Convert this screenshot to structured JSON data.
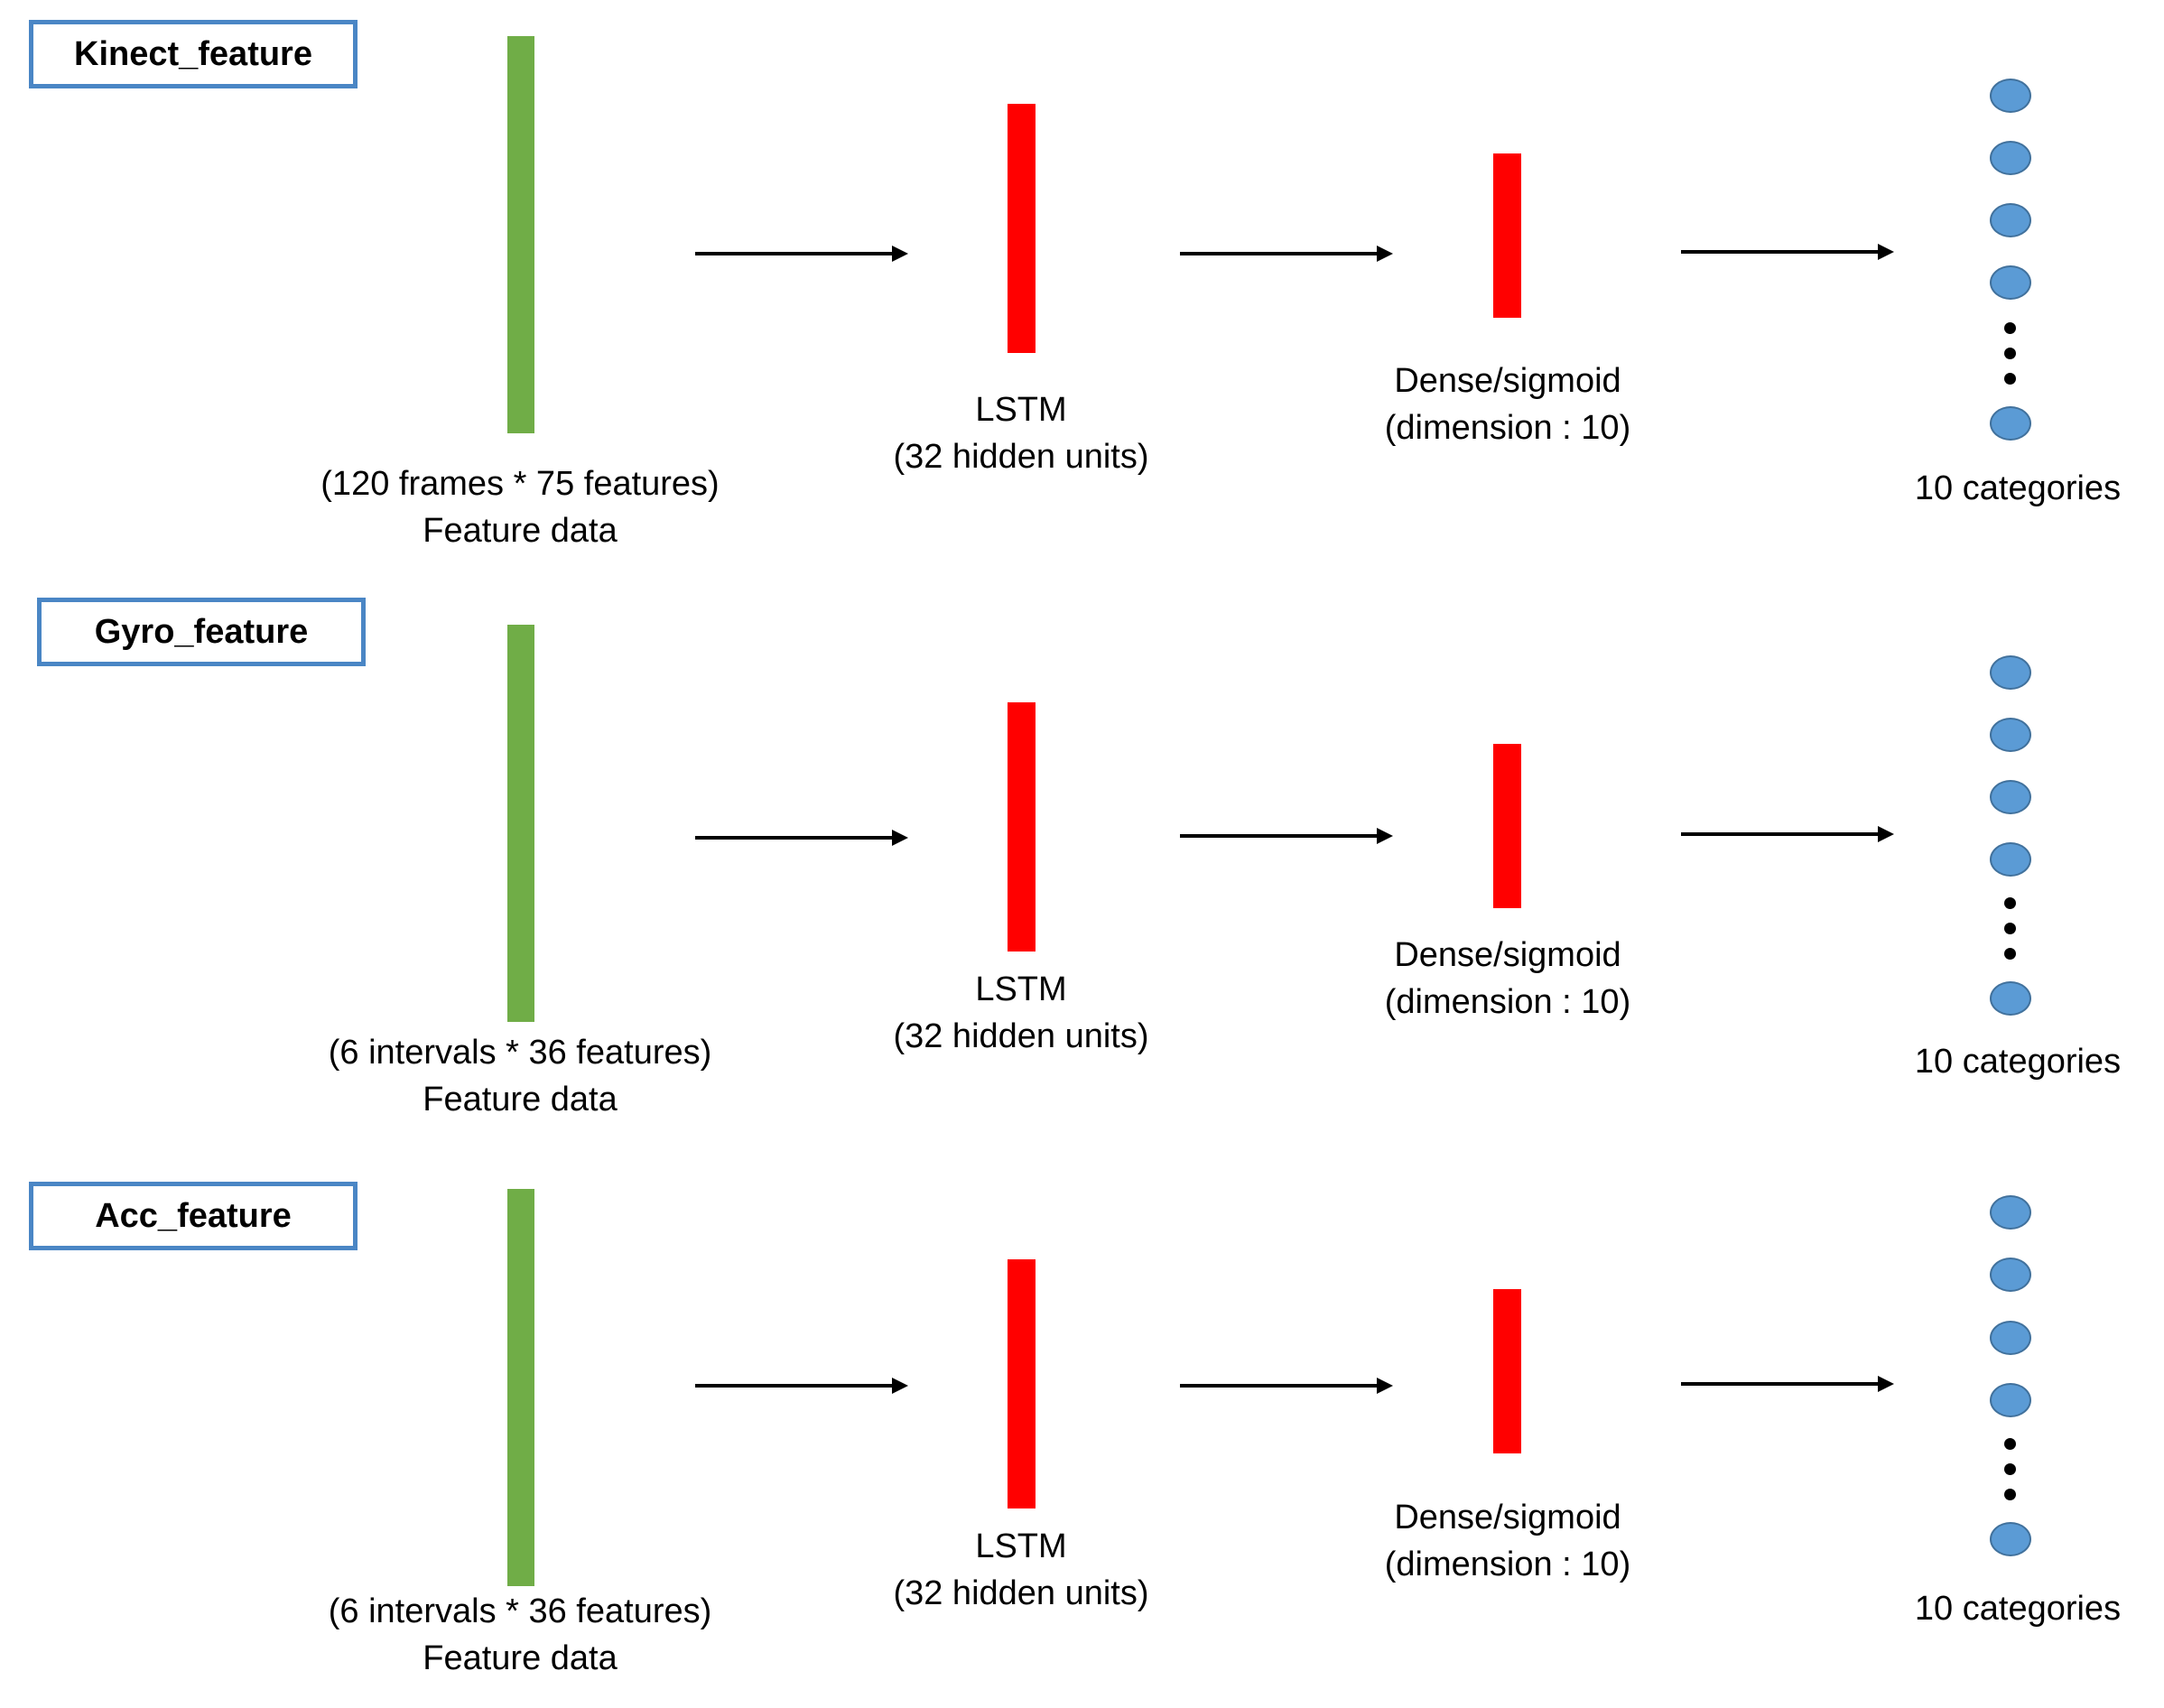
{
  "rows": [
    {
      "tag": "Kinect_feature",
      "feature_label": "(120 frames * 75 features)",
      "feature_caption": "Feature data",
      "lstm_label": "LSTM",
      "lstm_detail": "(32 hidden units)",
      "dense_label": "Dense/sigmoid",
      "dense_detail": "(dimension : 10)",
      "output_label": "10 categories"
    },
    {
      "tag": "Gyro_feature",
      "feature_label": "(6 intervals * 36 features)",
      "feature_caption": "Feature data",
      "lstm_label": "LSTM",
      "lstm_detail": "(32 hidden units)",
      "dense_label": "Dense/sigmoid",
      "dense_detail": "(dimension : 10)",
      "output_label": "10 categories"
    },
    {
      "tag": "Acc_feature",
      "feature_label": "(6 intervals * 36 features)",
      "feature_caption": "Feature data",
      "lstm_label": "LSTM",
      "lstm_detail": "(32 hidden units)",
      "dense_label": "Dense/sigmoid",
      "dense_detail": "(dimension : 10)",
      "output_label": "10 categories"
    }
  ],
  "colors": {
    "input_layer": "#70ad47",
    "hidden_layer": "#ff0000",
    "output_node": "#5b9bd5",
    "tag_border": "#4a86c5"
  }
}
